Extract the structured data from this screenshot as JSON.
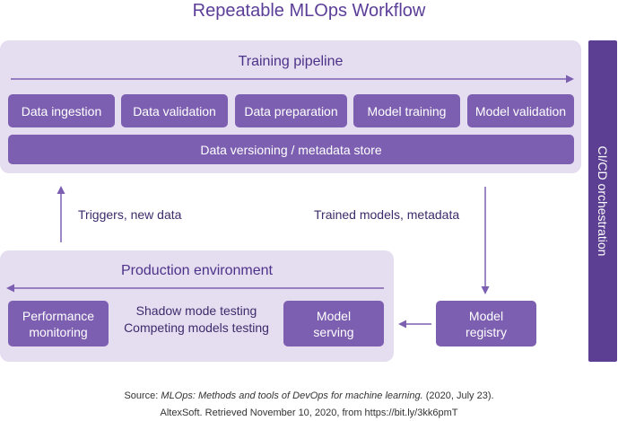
{
  "title": "Repeatable MLOps Workflow",
  "training_pipeline": {
    "title": "Training pipeline",
    "steps": [
      "Data ingestion",
      "Data validation",
      "Data preparation",
      "Model training",
      "Model validation"
    ],
    "store": "Data versioning / metadata store"
  },
  "flows": {
    "triggers": "Triggers, new data",
    "trained_models": "Trained models, metadata"
  },
  "production": {
    "title": "Production environment",
    "performance_monitoring": [
      "Performance",
      "monitoring"
    ],
    "testing": [
      "Shadow mode testing",
      "Competing models testing"
    ],
    "model_serving": [
      "Model",
      "serving"
    ]
  },
  "model_registry": [
    "Model",
    "registry"
  ],
  "orchestration": "CI/CD orchestration",
  "source": {
    "prefix": "Source: ",
    "work_title": "MLOps: Methods and tools of DevOps for machine learning.",
    "date": " (2020, July 23).",
    "line2": "AltexSoft. Retrieved November 10, 2020, from https://bit.ly/3kk6pmT"
  },
  "colors": {
    "title": "#5b3e98",
    "panel": "#e5ddf0",
    "box": "#7c5fb0",
    "orchestration_bar": "#5c3f92",
    "arrow": "#7c5fb0"
  }
}
